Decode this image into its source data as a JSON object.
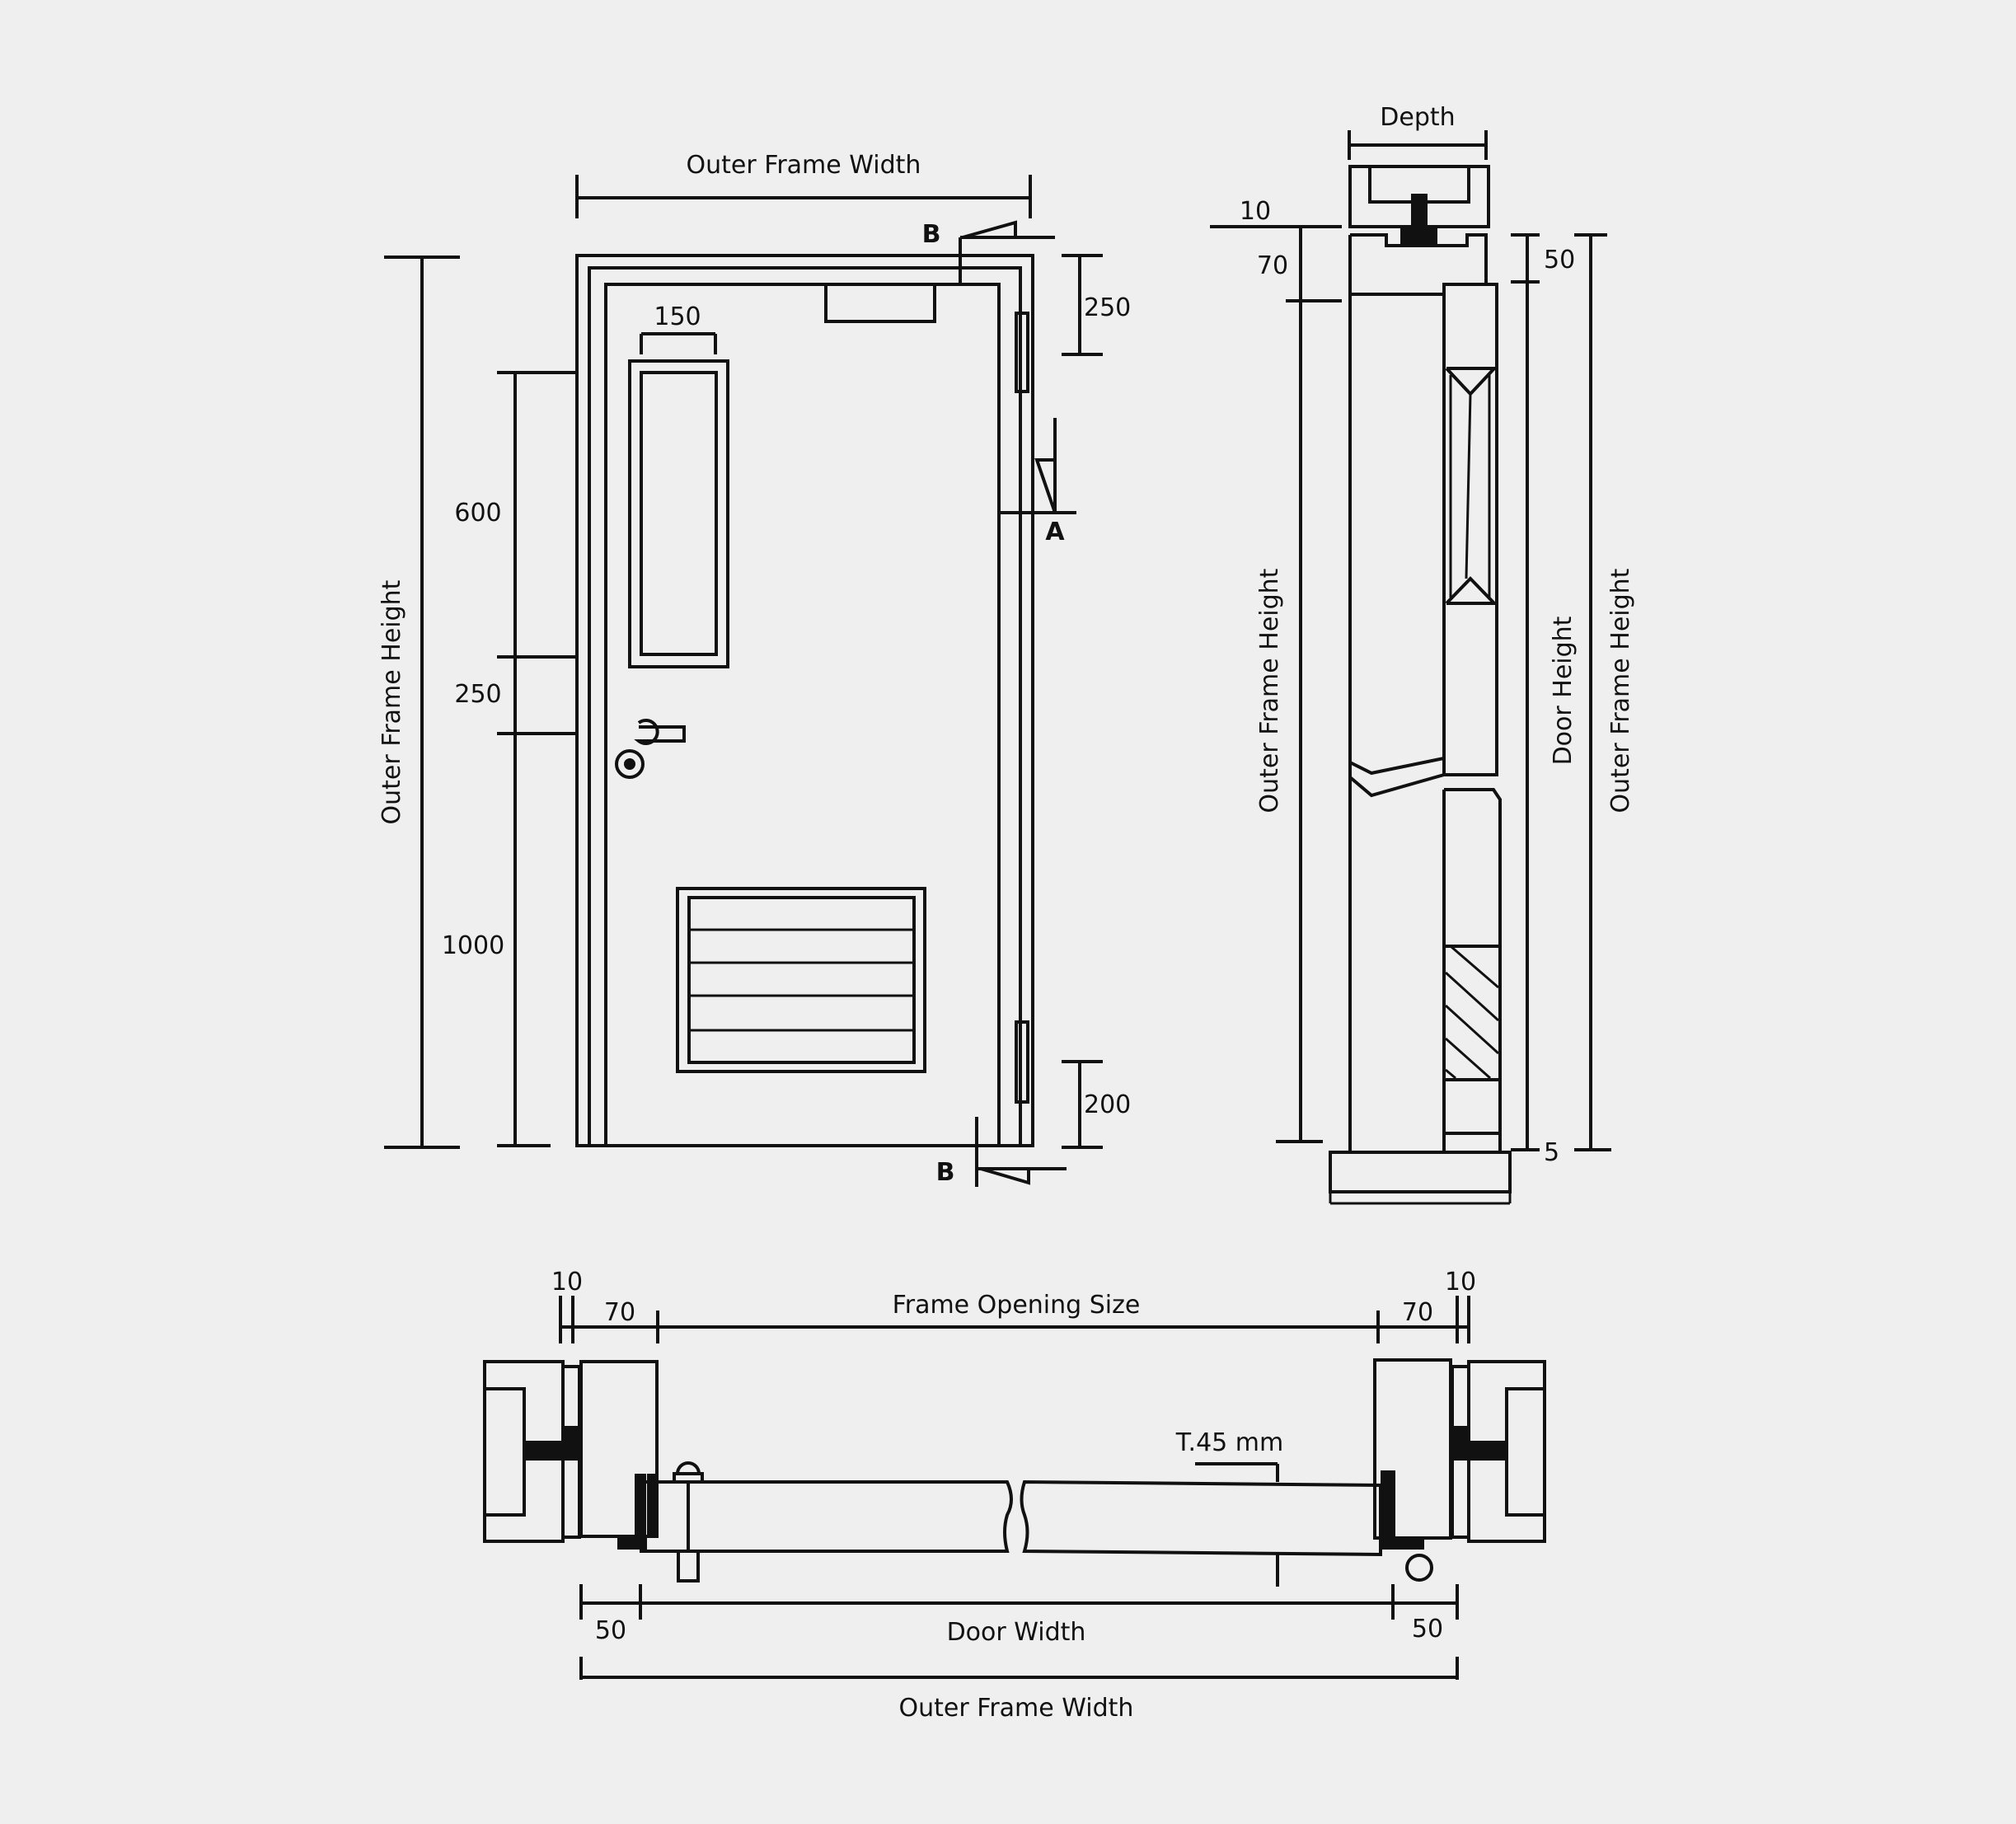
{
  "front_view": {
    "outer_frame_width_label": "Outer Frame Width",
    "outer_frame_height_label": "Outer Frame Height",
    "window_width": "150",
    "dim_600": "600",
    "dim_250_left": "250",
    "dim_1000": "1000",
    "dim_250_right": "250",
    "dim_200_right": "200",
    "section_b_top": "B",
    "section_b_bottom": "B",
    "section_a": "A"
  },
  "side_section": {
    "depth_label": "Depth",
    "dim_10": "10",
    "dim_70": "70",
    "dim_50": "50",
    "dim_5": "5",
    "outer_frame_height_left": "Outer Frame Height",
    "door_height_label": "Door Height",
    "outer_frame_height_right": "Outer Frame Height"
  },
  "plan_section": {
    "dim_10_left": "10",
    "dim_70_left": "70",
    "frame_opening_label": "Frame Opening Size",
    "dim_70_right": "70",
    "dim_10_right": "10",
    "thickness_label": "T.45 mm",
    "dim_50_left": "50",
    "door_width_label": "Door Width",
    "dim_50_right": "50",
    "outer_frame_width_label": "Outer Frame Width"
  }
}
